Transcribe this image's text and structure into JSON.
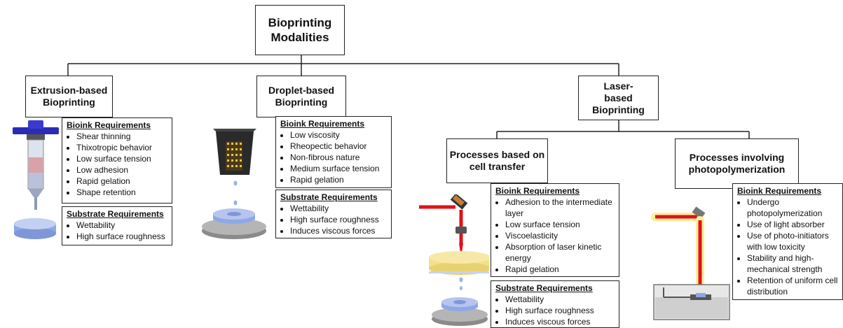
{
  "root": {
    "label_line1": "Bioprinting",
    "label_line2": "Modalities"
  },
  "extrusion": {
    "title_line1": "Extrusion-based",
    "title_line2": "Bioprinting",
    "bioink_header": "Bioink Requirements",
    "bioink_items": [
      "Shear thinning",
      "Thixotropic behavior",
      "Low surface tension",
      "Low adhesion",
      "Rapid gelation",
      "Shape retention"
    ],
    "substrate_header": "Substrate Requirements",
    "substrate_items": [
      "Wettability",
      "High surface roughness"
    ]
  },
  "droplet": {
    "title_line1": "Droplet-based",
    "title_line2": "Bioprinting",
    "bioink_header": "Bioink Requirements",
    "bioink_items": [
      "Low viscosity",
      "Rheopectic behavior",
      "Non-fibrous nature",
      "Medium surface tension",
      "Rapid gelation"
    ],
    "substrate_header": "Substrate Requirements",
    "substrate_items": [
      "Wettability",
      "High surface roughness",
      "Induces viscous forces"
    ]
  },
  "laser": {
    "title_line1": "Laser-",
    "title_line2": "based",
    "title_line3": "Bioprinting"
  },
  "cell_transfer": {
    "title_line1": "Processes based on",
    "title_line2": "cell transfer",
    "bioink_header": "Bioink Requirements",
    "bioink_items": [
      "Adhesion to the intermediate layer",
      "Low surface tension",
      "Viscoelasticity",
      "Absorption of laser kinetic energy",
      "Rapid gelation"
    ],
    "substrate_header": "Substrate Requirements",
    "substrate_items": [
      "Wettability",
      "High surface roughness",
      "Induces viscous forces"
    ]
  },
  "photopolymerization": {
    "title_line1": "Processes involving",
    "title_line2": "photopolymerization",
    "bioink_header": "Bioink Requirements",
    "bioink_items": [
      "Undergo photopolymerization",
      "Use of light absorber",
      "Use of photo-initiators with low toxicity",
      "Stability and high-mechanical strength",
      "Retention of uniform cell distribution"
    ]
  },
  "colors": {
    "line": "#222222",
    "syringe_cap": "#2b2bb8",
    "laser": "#e0121a",
    "substrate": "#8fa7e6",
    "platform": "#9a9a9a"
  },
  "icons": [
    "syringe-illustration",
    "droplet-printhead-illustration",
    "laser-transfer-illustration",
    "photopolymerization-vat-illustration"
  ]
}
